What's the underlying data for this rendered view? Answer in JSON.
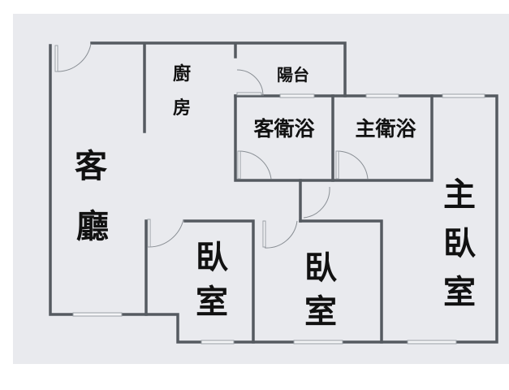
{
  "floorplan": {
    "rooms": {
      "living_room": [
        "客",
        "廳"
      ],
      "kitchen": [
        "廚",
        "房"
      ],
      "balcony": "陽台",
      "guest_bathroom": "客衛浴",
      "master_bathroom": "主衛浴",
      "bedroom_1": [
        "臥",
        "室"
      ],
      "bedroom_2": [
        "臥",
        "室"
      ],
      "master_bedroom": [
        "主",
        "臥",
        "室"
      ]
    },
    "colors": {
      "background": "#e9eaee",
      "wall": "#555a60",
      "text": "#111111"
    }
  }
}
